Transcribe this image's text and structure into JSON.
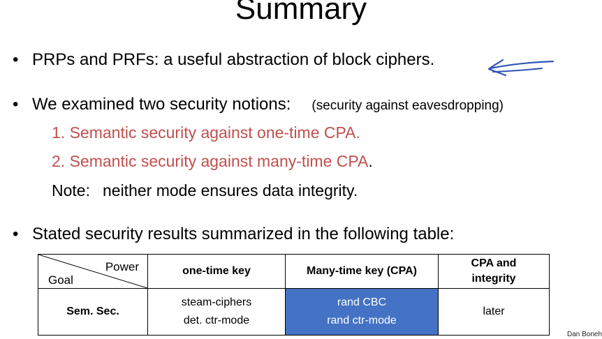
{
  "title": "Summary",
  "bullets": {
    "b1": "PRPs and PRFs:   a useful abstraction of block ciphers.",
    "b2": "We examined two security notions:",
    "b2_note": "(security against eavesdropping)",
    "items": [
      {
        "text": "1.  Semantic security against one-time CPA.",
        "tail": ""
      },
      {
        "text": "2.  Semantic security against many-time CPA",
        "tail": "."
      }
    ],
    "note_label": "Note:",
    "note_text": "neither mode ensures data integrity.",
    "b3": "Stated security results summarized in the following table:"
  },
  "table": {
    "corner_power": "Power",
    "corner_goal": "Goal",
    "headers": [
      "one-time key",
      "Many-time key (CPA)"
    ],
    "header_cpa_line1": "CPA   and",
    "header_cpa_line2": "integrity",
    "row_label": "Sem. Sec.",
    "onetime_lines": [
      "steam-ciphers",
      "det. ctr-mode"
    ],
    "manytime_lines": [
      "rand CBC",
      "rand ctr-mode"
    ],
    "cpa_integrity": "later"
  },
  "author": "Dan Boneh",
  "colors": {
    "red_text": "#c0504d",
    "blue_cell": "#4472c4",
    "arrow": "#2f55b5"
  }
}
